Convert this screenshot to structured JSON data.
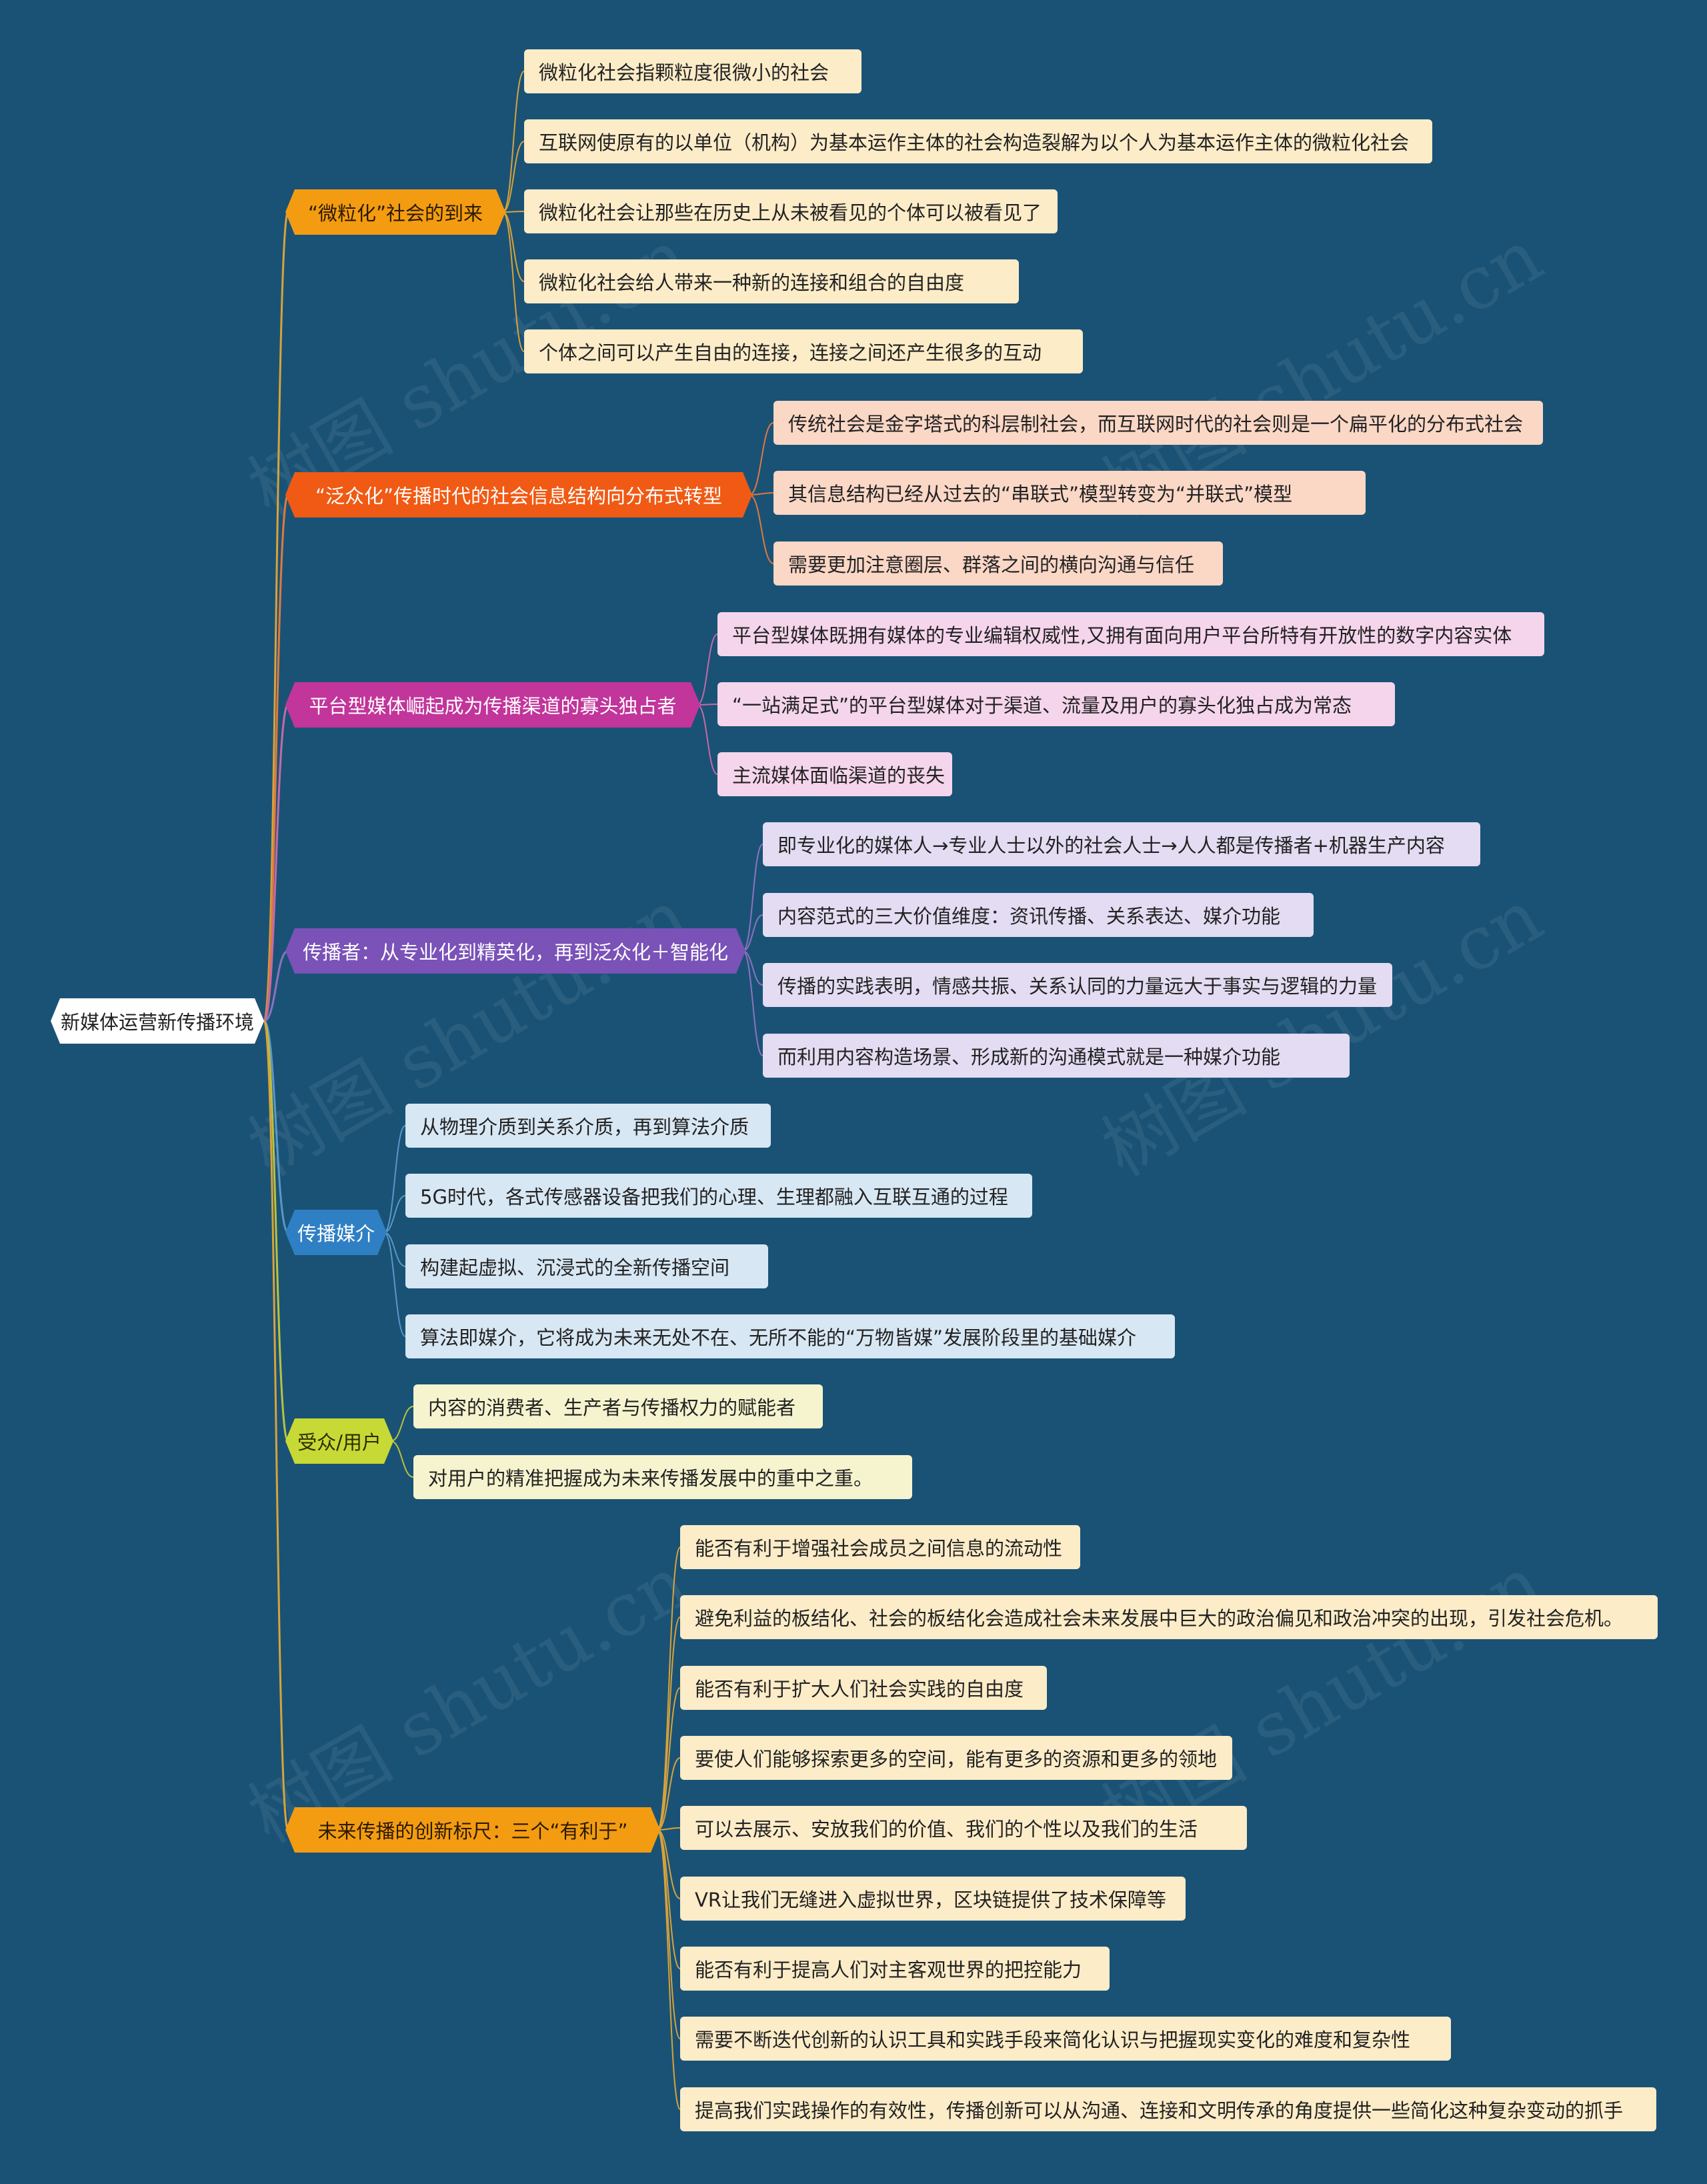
{
  "root": {
    "label": "新媒体运营新传播环境"
  },
  "watermark": "树图 shutu.cn",
  "branches": [
    {
      "label": "“微粒化”社会的到来",
      "bg": "#f39c12",
      "fg": "#2b1a00",
      "leaf_bg": "#fdecc8",
      "line": "#d8a33a",
      "leaves": [
        "微粒化社会指颗粒度很微小的社会",
        "互联网使原有的以单位（机构）为基本运作主体的社会构造裂解为以个人为基本运作主体的微粒化社会",
        "微粒化社会让那些在历史上从未被看见的个体可以被看见了",
        "微粒化社会给人带来一种新的连接和组合的自由度",
        "个体之间可以产生自由的连接，连接之间还产生很多的互动"
      ]
    },
    {
      "label": "“泛众化”传播时代的社会信息结构向分布式转型",
      "bg": "#f05a14",
      "fg": "#ffffff",
      "leaf_bg": "#fbd7c6",
      "line": "#e0793f",
      "leaves": [
        "传统社会是金字塔式的科层制社会，而互联网时代的社会则是一个扁平化的分布式社会",
        "其信息结构已经从过去的“串联式”模型转变为“并联式”模型",
        "需要更加注意圈层、群落之间的横向沟通与信任"
      ]
    },
    {
      "label": "平台型媒体崛起成为传播渠道的寡头独占者",
      "bg": "#c2359b",
      "fg": "#ffffff",
      "leaf_bg": "#f5d5ec",
      "line": "#c46aa8",
      "leaves": [
        "平台型媒体既拥有媒体的专业编辑权威性,又拥有面向用户平台所特有开放性的数字内容实体",
        "“一站满足式”的平台型媒体对于渠道、流量及用户的寡头化独占成为常态",
        "主流媒体面临渠道的丧失"
      ]
    },
    {
      "label": "传播者：从专业化到精英化，再到泛众化＋智能化",
      "bg": "#7a52b8",
      "fg": "#ffffff",
      "leaf_bg": "#e3dcf2",
      "line": "#8c73bf",
      "leaves": [
        "即专业化的媒体人→专业人士以外的社会人士→人人都是传播者+机器生产内容",
        "内容范式的三大价值维度：资讯传播、关系表达、媒介功能",
        "传播的实践表明，情感共振、关系认同的力量远大于事实与逻辑的力量",
        "而利用内容构造场景、形成新的沟通模式就是一种媒介功能"
      ]
    },
    {
      "label": "传播媒介",
      "bg": "#2f7fc4",
      "fg": "#ffffff",
      "leaf_bg": "#d8e7f4",
      "line": "#5a97c8",
      "leaves": [
        "从物理介质到关系介质，再到算法介质",
        "5G时代，各式传感器设备把我们的心理、生理都融入互联互通的过程",
        "构建起虚拟、沉浸式的全新传播空间",
        "算法即媒介，它将成为未来无处不在、无所不能的“万物皆媒”发展阶段里的基础媒介"
      ]
    },
    {
      "label": "受众/用户",
      "bg": "#c7d934",
      "fg": "#2b2b00",
      "leaf_bg": "#f6f4cf",
      "line": "#b8c33e",
      "leaves": [
        "内容的消费者、生产者与传播权力的赋能者",
        "对用户的精准把握成为未来传播发展中的重中之重。"
      ]
    },
    {
      "label": "未来传播的创新标尺：三个“有利于”",
      "bg": "#f39c12",
      "fg": "#2b1a00",
      "leaf_bg": "#fdecc8",
      "line": "#d8a33a",
      "leaves": [
        "能否有利于增强社会成员之间信息的流动性",
        "避免利益的板结化、社会的板结化会造成社会未来发展中巨大的政治偏见和政治冲突的出现，引发社会危机。",
        "能否有利于扩大人们社会实践的自由度",
        "要使人们能够探索更多的空间，能有更多的资源和更多的领地",
        "可以去展示、安放我们的价值、我们的个性以及我们的生活",
        "VR让我们无缝进入虚拟世界，区块链提供了技术保障等",
        "能否有利于提高人们对主客观世界的把控能力",
        "需要不断迭代创新的认识工具和实践手段来简化认识与把握现实变化的难度和复杂性",
        "提高我们实践操作的有效性，传播创新可以从沟通、连接和文明传承的角度提供一些简化这种复杂变动的抓手"
      ]
    }
  ]
}
